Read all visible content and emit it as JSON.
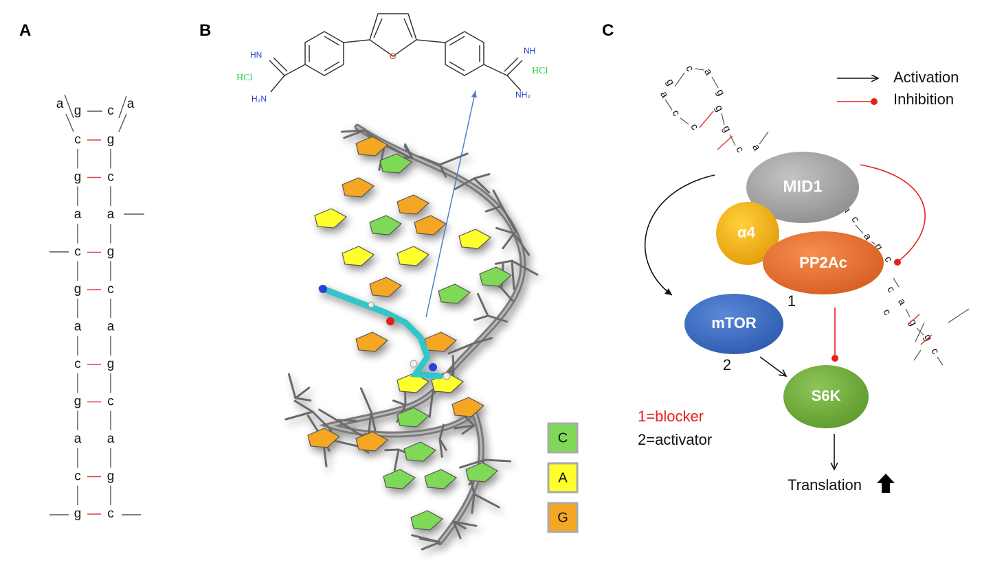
{
  "panels": {
    "a": "A",
    "b": "B",
    "c": "C"
  },
  "hairpin": {
    "loop": {
      "top_left": "g",
      "top_right": "c",
      "mid_left": "a",
      "mid_right": "a"
    },
    "stem_left": [
      "c",
      "g",
      "a",
      "c",
      "g",
      "a",
      "c",
      "g",
      "a",
      "c",
      "g"
    ],
    "stem_right": [
      "g",
      "c",
      "a",
      "g",
      "c",
      "a",
      "g",
      "c",
      "a",
      "g",
      "c"
    ],
    "pair_red": [
      true,
      true,
      false,
      true,
      true,
      false,
      true,
      true,
      false,
      true,
      true
    ]
  },
  "molecule": {
    "nh_left": "HN",
    "nh2_left": "H₂N",
    "hcl_left": "HCl",
    "oxygen": "O",
    "nh_right": "NH",
    "nh2_right": "NH₂",
    "hcl_right": "HCl"
  },
  "base_key": [
    {
      "letter": "C",
      "color": "#7ed957"
    },
    {
      "letter": "A",
      "color": "#ffff2e"
    },
    {
      "letter": "G",
      "color": "#f5a623"
    }
  ],
  "pathway": {
    "nodes": {
      "mid1": {
        "label": "MID1",
        "color": "#a8a8a8"
      },
      "alpha4": {
        "label": "α4",
        "color": "#f4b315"
      },
      "pp2ac": {
        "label": "PP2Ac",
        "color": "#ed7434"
      },
      "mtor": {
        "label": "mTOR",
        "color": "#3f6fc5"
      },
      "s6k": {
        "label": "S6K",
        "color": "#74ae3f"
      }
    },
    "site_numbers": {
      "one": "1",
      "two": "2"
    },
    "legend": {
      "activation": "Activation",
      "inhibition": "Inhibition"
    },
    "key": {
      "blocker": "1=blocker",
      "activator": "2=activator",
      "blocker_color": "#e8201a"
    },
    "output": {
      "label": "Translation",
      "arrow": "🡅"
    },
    "rna_top": [
      "g",
      "c",
      "a",
      "g",
      "a",
      "c",
      "c",
      "g",
      "g",
      "c",
      "a"
    ],
    "rna_bottom": [
      "a",
      "c",
      "a",
      "g",
      "c",
      "c",
      "c",
      "a",
      "g",
      "g",
      "c"
    ]
  },
  "colors": {
    "activation": "#111111",
    "inhibition": "#e8201a",
    "pair": "#e0403a",
    "pointer": "#4a7fc8"
  }
}
